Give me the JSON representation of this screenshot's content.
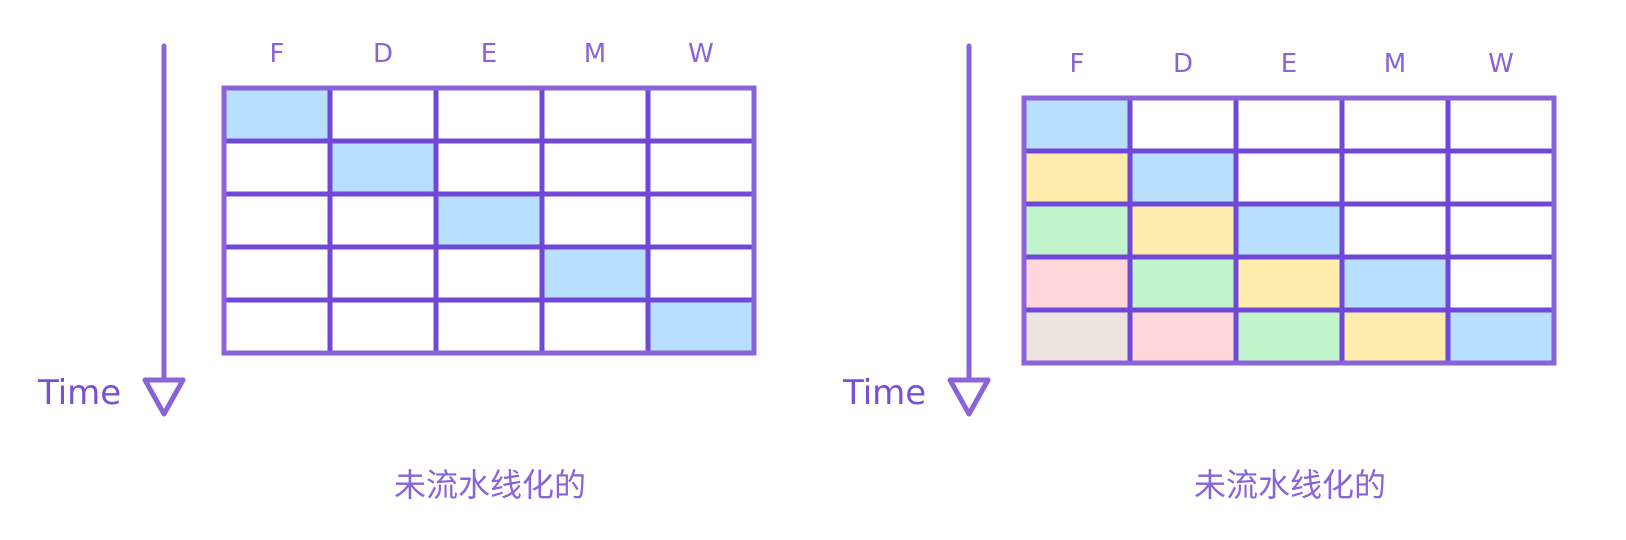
{
  "colors": {
    "grid": "#7048d8",
    "axis": "#8a63d8",
    "text": "#8a63d8",
    "background": "#ffffff",
    "stage_blue": "#b8dffd",
    "stage_yellow": "#ffedae",
    "stage_green": "#c2f4cb",
    "stage_pink": "#ffd7da",
    "stage_beige": "#ede3df"
  },
  "panels": [
    {
      "stage_labels": [
        "F",
        "D",
        "E",
        "M",
        "W"
      ],
      "time_label": "Time",
      "caption": "未流水线化的",
      "rows": 5,
      "cols": 5,
      "filled_cells": [
        {
          "row": 0,
          "col": 0,
          "color": "stage_blue"
        },
        {
          "row": 1,
          "col": 1,
          "color": "stage_blue"
        },
        {
          "row": 2,
          "col": 2,
          "color": "stage_blue"
        },
        {
          "row": 3,
          "col": 3,
          "color": "stage_blue"
        },
        {
          "row": 4,
          "col": 4,
          "color": "stage_blue"
        }
      ]
    },
    {
      "stage_labels": [
        "F",
        "D",
        "E",
        "M",
        "W"
      ],
      "time_label": "Time",
      "caption": "未流水线化的",
      "rows": 5,
      "cols": 5,
      "filled_cells": [
        {
          "row": 0,
          "col": 0,
          "color": "stage_blue"
        },
        {
          "row": 1,
          "col": 0,
          "color": "stage_yellow"
        },
        {
          "row": 1,
          "col": 1,
          "color": "stage_blue"
        },
        {
          "row": 2,
          "col": 0,
          "color": "stage_green"
        },
        {
          "row": 2,
          "col": 1,
          "color": "stage_yellow"
        },
        {
          "row": 2,
          "col": 2,
          "color": "stage_blue"
        },
        {
          "row": 3,
          "col": 0,
          "color": "stage_pink"
        },
        {
          "row": 3,
          "col": 1,
          "color": "stage_green"
        },
        {
          "row": 3,
          "col": 2,
          "color": "stage_yellow"
        },
        {
          "row": 3,
          "col": 3,
          "color": "stage_blue"
        },
        {
          "row": 4,
          "col": 0,
          "color": "stage_beige"
        },
        {
          "row": 4,
          "col": 1,
          "color": "stage_pink"
        },
        {
          "row": 4,
          "col": 2,
          "color": "stage_green"
        },
        {
          "row": 4,
          "col": 3,
          "color": "stage_yellow"
        },
        {
          "row": 4,
          "col": 4,
          "color": "stage_blue"
        }
      ]
    }
  ]
}
